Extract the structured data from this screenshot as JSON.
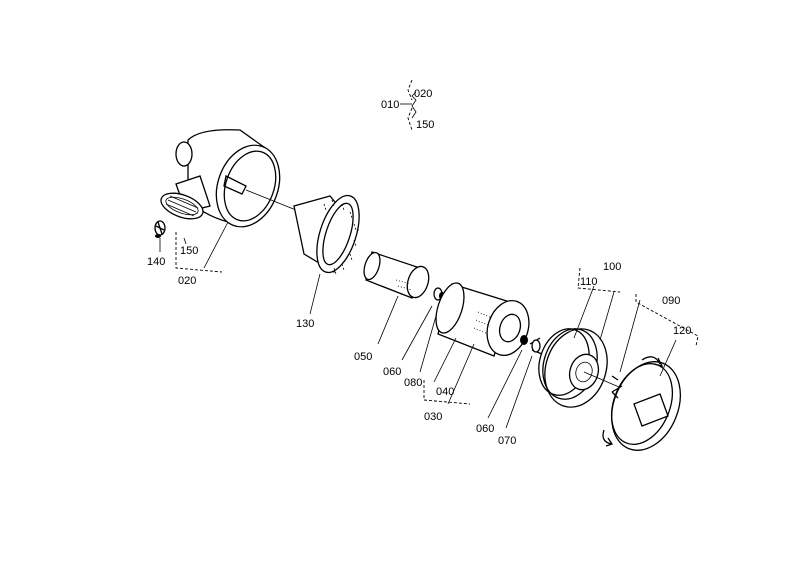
{
  "callouts": {
    "c010": "010",
    "c020_top": "020",
    "c150_top": "150",
    "c020": "020",
    "c150": "150",
    "c140": "140",
    "c130": "130",
    "c050": "050",
    "c060_a": "060",
    "c080": "080",
    "c040": "040",
    "c030": "030",
    "c060_b": "060",
    "c070": "070",
    "c110": "110",
    "c100": "100",
    "c090": "090",
    "c120": "120"
  },
  "colors": {
    "ink": "#000000",
    "paper": "#ffffff"
  }
}
